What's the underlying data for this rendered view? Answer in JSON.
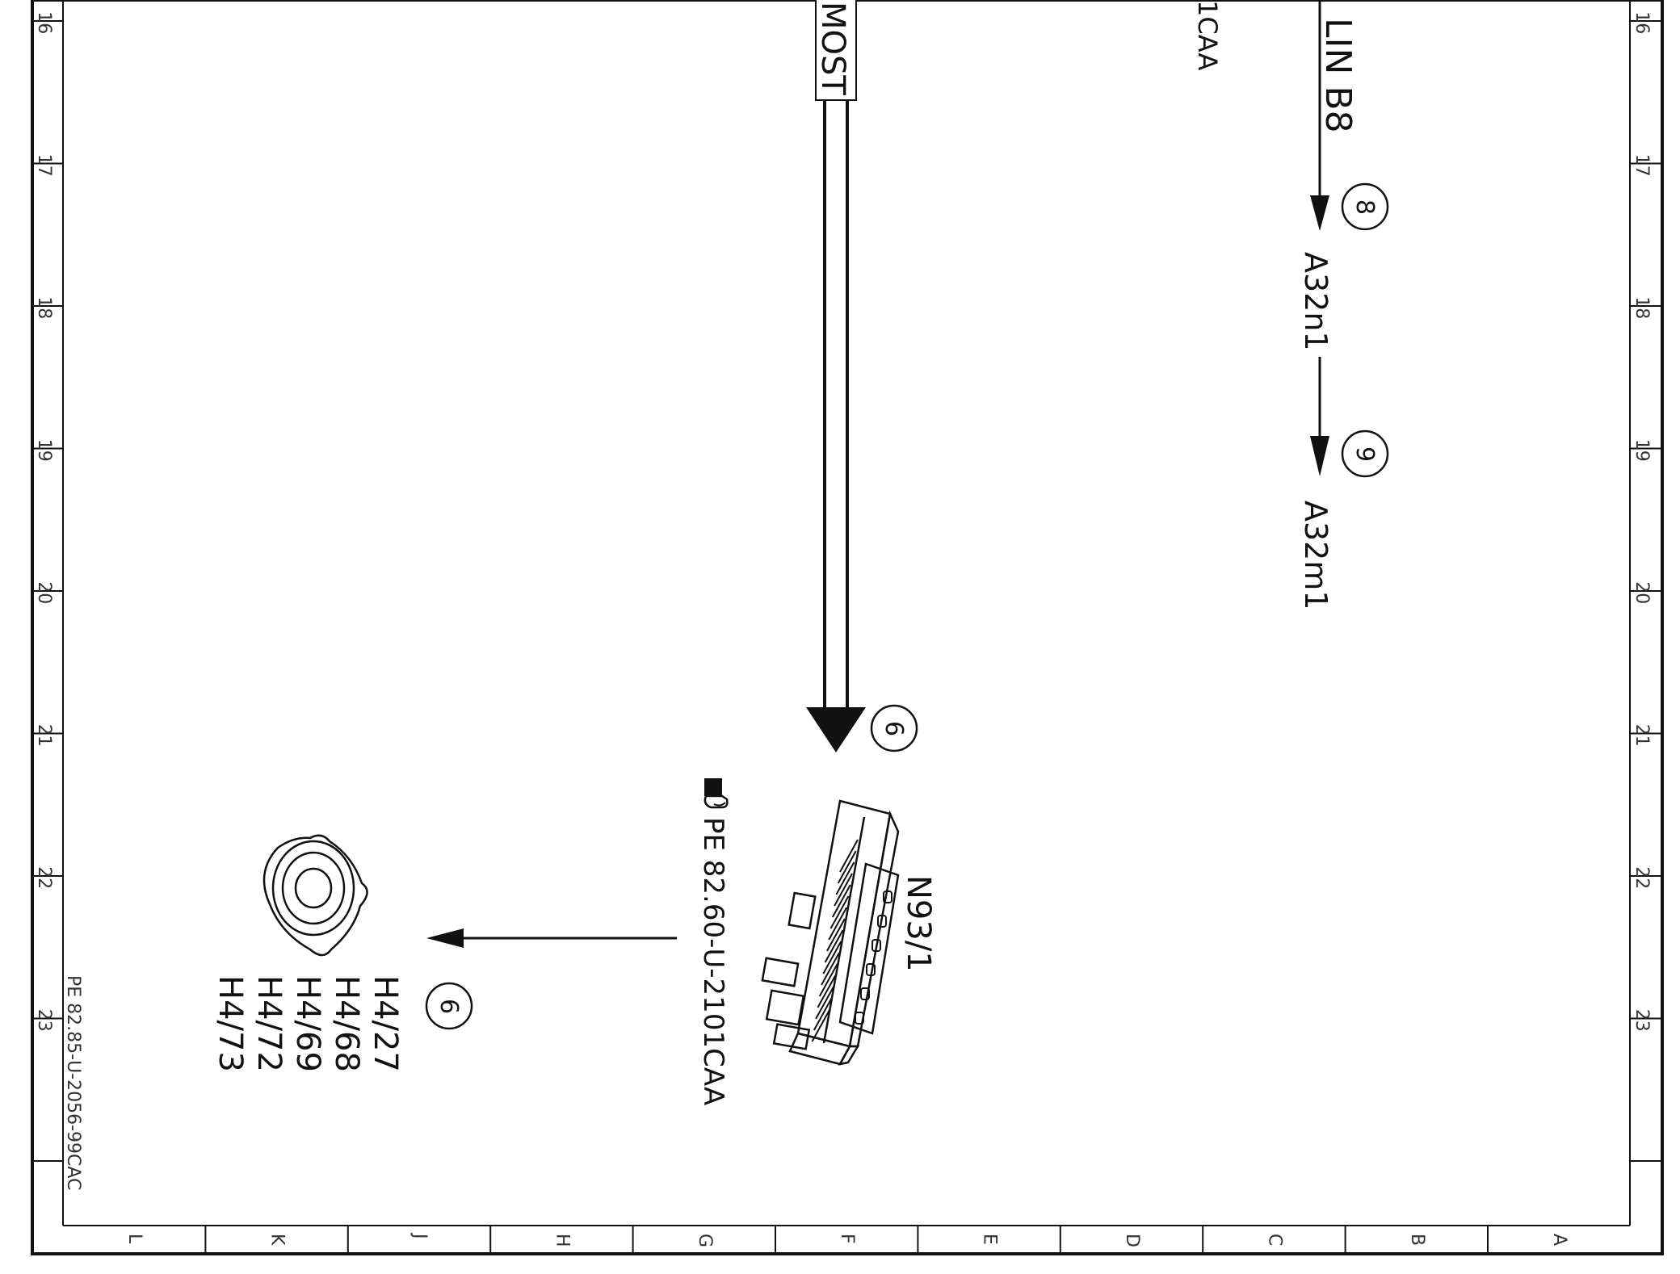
{
  "ruler": {
    "rows": [
      "16",
      "17",
      "18",
      "19",
      "20",
      "21",
      "22",
      "23"
    ],
    "cols": [
      "L",
      "K",
      "J",
      "H",
      "G",
      "F",
      "E",
      "D",
      "C",
      "B",
      "A"
    ]
  },
  "bus": {
    "label": "MOST",
    "circle": "6"
  },
  "top_ref": "1CAA",
  "lin": {
    "label": "LIN B8",
    "circle_1": "8",
    "target_1": "A32n1",
    "circle_2": "9",
    "target_2": "A32m1"
  },
  "module": {
    "name": "N93/1",
    "ref": "PE 82.60-U-2101CAA"
  },
  "speaker": {
    "circle": "6",
    "ids": [
      "H4/27",
      "H4/68",
      "H4/69",
      "H4/72",
      "H4/73"
    ]
  },
  "doc_ref": "PE 82.85-U-2056-99CAC",
  "colors": {
    "ink": "#111111",
    "paper": "#ffffff"
  }
}
